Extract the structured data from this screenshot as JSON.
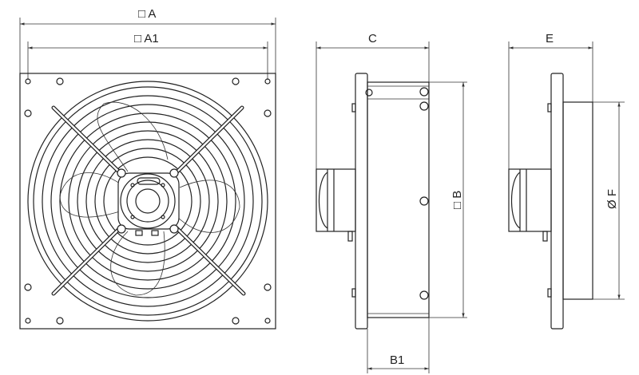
{
  "title": "Wall-mounted axial fan dimension drawing",
  "views": {
    "front": {
      "dim_outer": "□ A",
      "dim_inner": "□ A1"
    },
    "side": {
      "dim_depth": "C",
      "dim_height": "□ B",
      "dim_body": "B1"
    },
    "side_round": {
      "dim_depth": "E",
      "dim_diameter": "Ø F"
    }
  },
  "colors": {
    "line": "#222222",
    "background": "#ffffff"
  }
}
